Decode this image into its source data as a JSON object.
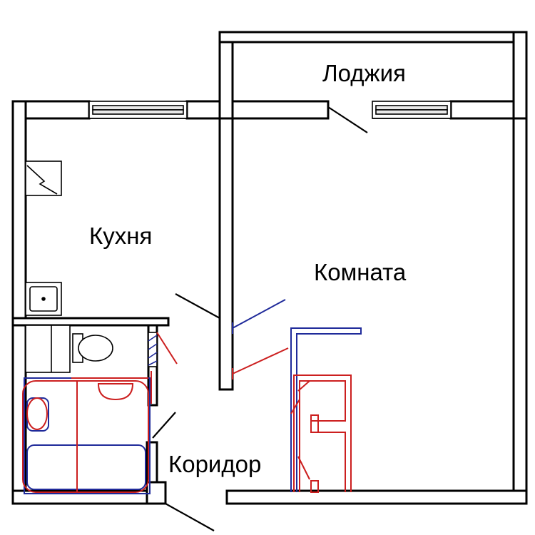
{
  "rooms": {
    "loggia": "Лоджия",
    "kitchen": "Кухня",
    "room": "Комната",
    "corridor": "Коридор"
  },
  "colors": {
    "wall_outline": "#000000",
    "wall_fill": "#ffffff",
    "new_layout": "#cc1f1f",
    "old_layout": "#1f2a9a",
    "window_glass": "#e8e8e8"
  }
}
